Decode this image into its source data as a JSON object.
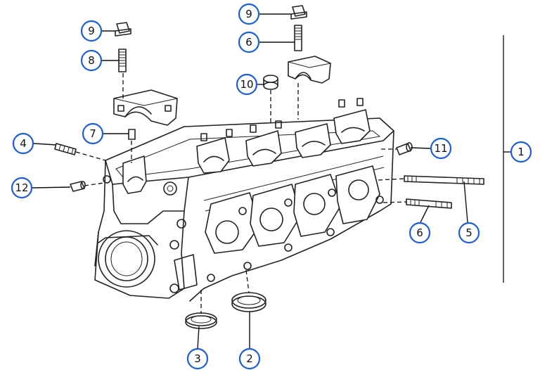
{
  "diagram": {
    "callouts": [
      {
        "id": "c9a",
        "label": "9"
      },
      {
        "id": "c8",
        "label": "8"
      },
      {
        "id": "c9b",
        "label": "9"
      },
      {
        "id": "c6a",
        "label": "6"
      },
      {
        "id": "c10",
        "label": "10"
      },
      {
        "id": "c7",
        "label": "7"
      },
      {
        "id": "c4",
        "label": "4"
      },
      {
        "id": "c12",
        "label": "12"
      },
      {
        "id": "c11",
        "label": "11"
      },
      {
        "id": "c1",
        "label": "1"
      },
      {
        "id": "c6b",
        "label": "6"
      },
      {
        "id": "c5",
        "label": "5"
      },
      {
        "id": "c3",
        "label": "3"
      },
      {
        "id": "c2",
        "label": "2"
      }
    ],
    "colors": {
      "callout_ring": "#1f5fd1",
      "line_art": "#222222",
      "background": "#ffffff"
    }
  }
}
